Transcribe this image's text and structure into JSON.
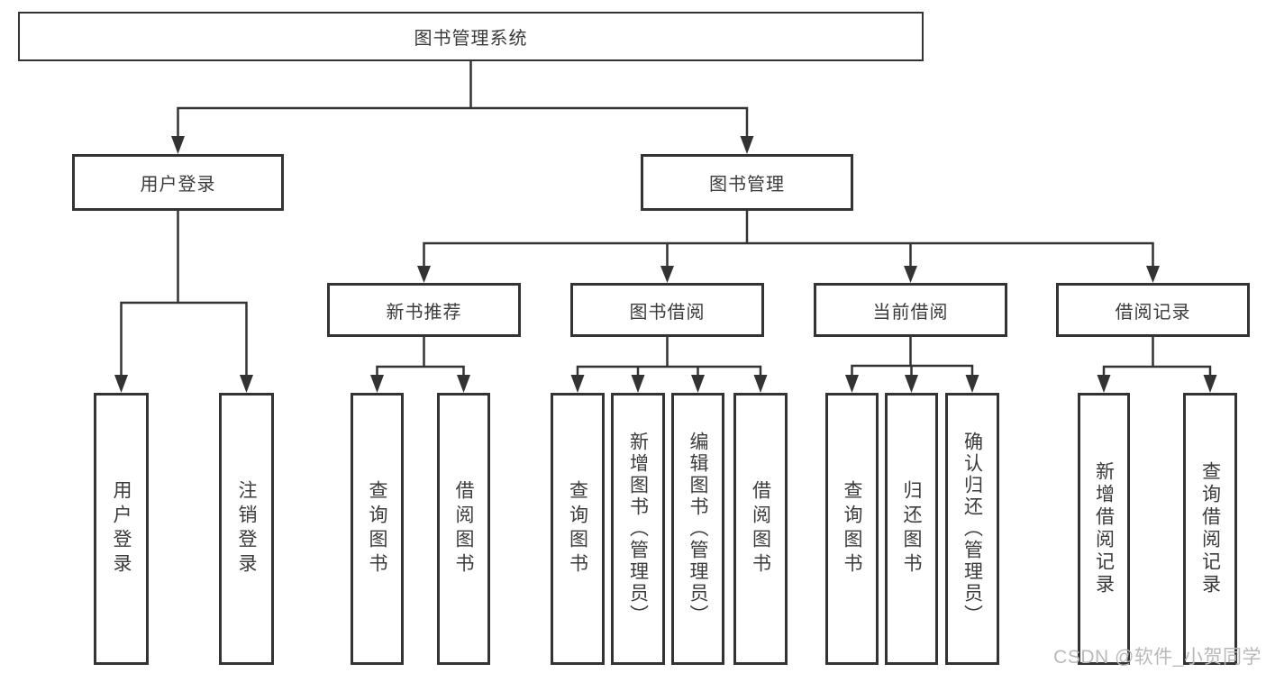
{
  "diagram": {
    "root": {
      "label": "图书管理系统"
    },
    "level2": {
      "user_login": {
        "label": "用户登录"
      },
      "book_management": {
        "label": "图书管理"
      }
    },
    "level3": {
      "new_book_recommend": {
        "label": "新书推荐"
      },
      "book_borrowing": {
        "label": "图书借阅"
      },
      "current_borrowing": {
        "label": "当前借阅"
      },
      "borrowing_records": {
        "label": "借阅记录"
      }
    },
    "leaves": {
      "user_login_group": [
        "用户登录",
        "注销登录"
      ],
      "new_book_group": [
        "查询图书",
        "借阅图书"
      ],
      "book_borrowing_group": [
        "查询图书",
        "新增图书（管理员）",
        "编辑图书（管理员）",
        "借阅图书"
      ],
      "current_borrowing_group": [
        "查询图书",
        "归还图书",
        "确认归还（管理员）"
      ],
      "borrowing_records_group": [
        "新增借阅记录",
        "查询借阅记录"
      ]
    }
  },
  "watermark": "CSDN @软件_小贺同学",
  "colors": {
    "line": "#333333",
    "text": "#3b3b3b",
    "watermark": "#b9b9b9",
    "background": "#ffffff"
  }
}
